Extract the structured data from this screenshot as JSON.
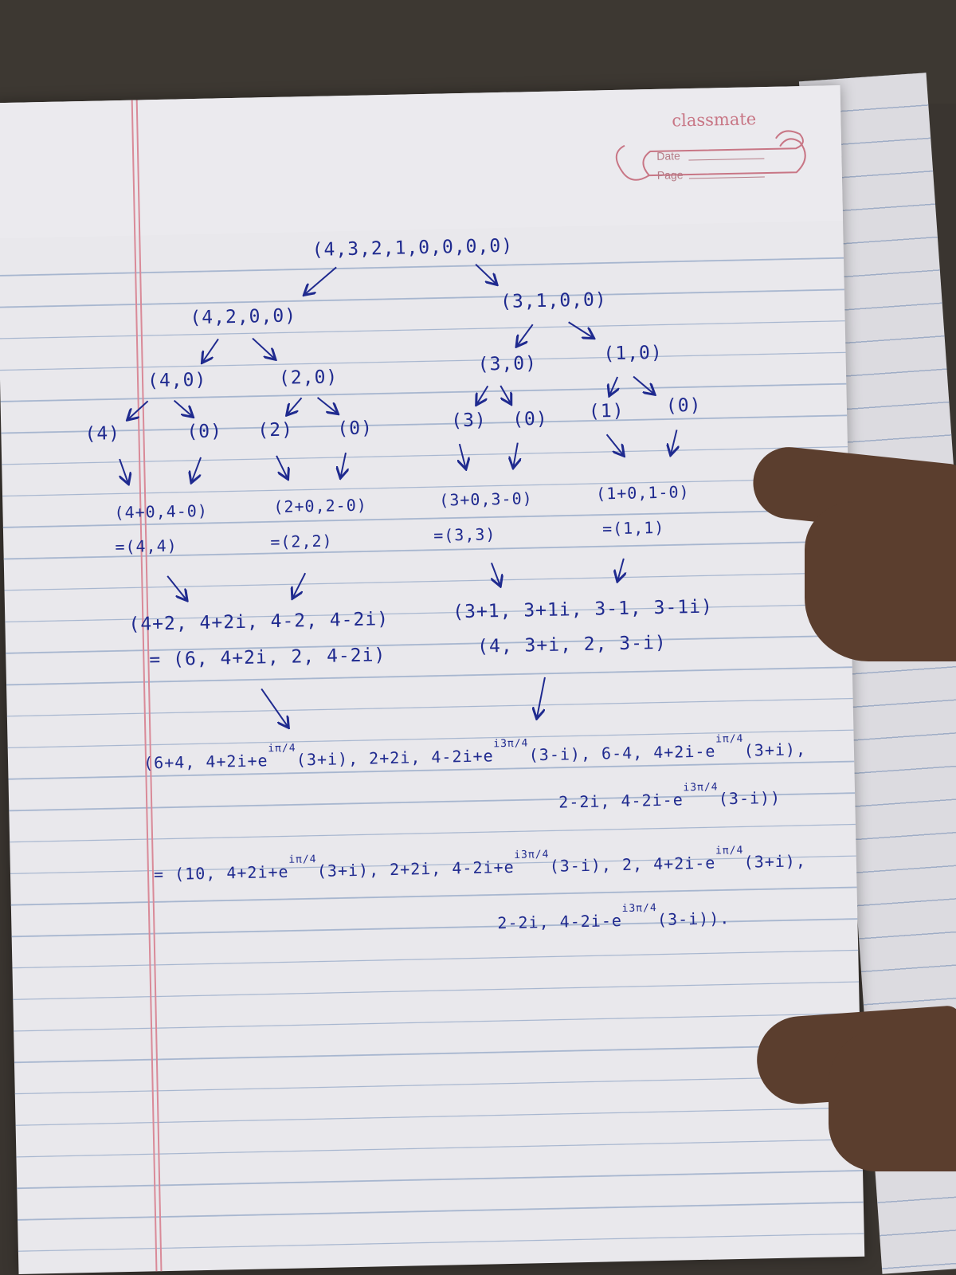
{
  "notebook": {
    "brand": "classmate",
    "date_label": "Date",
    "page_label": "Page"
  },
  "tree": {
    "root": "(4,3,2,1,0,0,0,0)",
    "left_child": "(4,2,0,0)",
    "right_child": "(3,1,0,0)",
    "level2": [
      "(4,0)",
      "(2,0)",
      "(3,0)",
      "(1,0)"
    ],
    "leaves": [
      "(4)",
      "(0)",
      "(2)",
      "(0)",
      "(3)",
      "(0)",
      "(1)",
      "(0)"
    ],
    "butterfly": [
      "(4+0,4-0)",
      "(2+0,2-0)",
      "(3+0,3-0)",
      "(1+0,1-0)"
    ],
    "butterfly_results": [
      "=(4,4)",
      "=(2,2)",
      "=(3,3)",
      "=(1,1)"
    ],
    "merge_left": "(4+2, 4+2i, 4-2, 4-2i)",
    "merge_left_result": "= (6, 4+2i, 2, 4-2i)",
    "merge_right": "(3+1, 3+1i, 3-1, 3-1i)",
    "merge_right_result": "(4, 3+i, 2, 3-i)"
  },
  "final": {
    "line1": {
      "a": "(6+4, 4+2i+e",
      "e1": "iπ/4",
      "b": "(3+i), 2+2i, 4-2i+e",
      "e2": "i3π/4",
      "c": "(3-i), 6-4, 4+2i-e",
      "e3": "iπ/4",
      "d": "(3+i),"
    },
    "line2": {
      "a": "2-2i, 4-2i-e",
      "e1": "i3π/4",
      "b": "(3-i))"
    },
    "line3": {
      "a": "= (10, 4+2i+e",
      "e1": "iπ/4",
      "b": "(3+i), 2+2i, 4-2i+e",
      "e2": "i3π/4",
      "c": "(3-i), 2, 4+2i-e",
      "e3": "iπ/4",
      "d": "(3+i),"
    },
    "line4": {
      "a": "2-2i, 4-2i-e",
      "e1": "i3π/4",
      "b": "(3-i))."
    }
  },
  "colors": {
    "ink": "#1f2a8f",
    "paper": "#e9e8ec",
    "rule": "#a7b6cf",
    "margin": "#d98a98",
    "brand": "#c87685",
    "skin": "#5b3e2e"
  }
}
